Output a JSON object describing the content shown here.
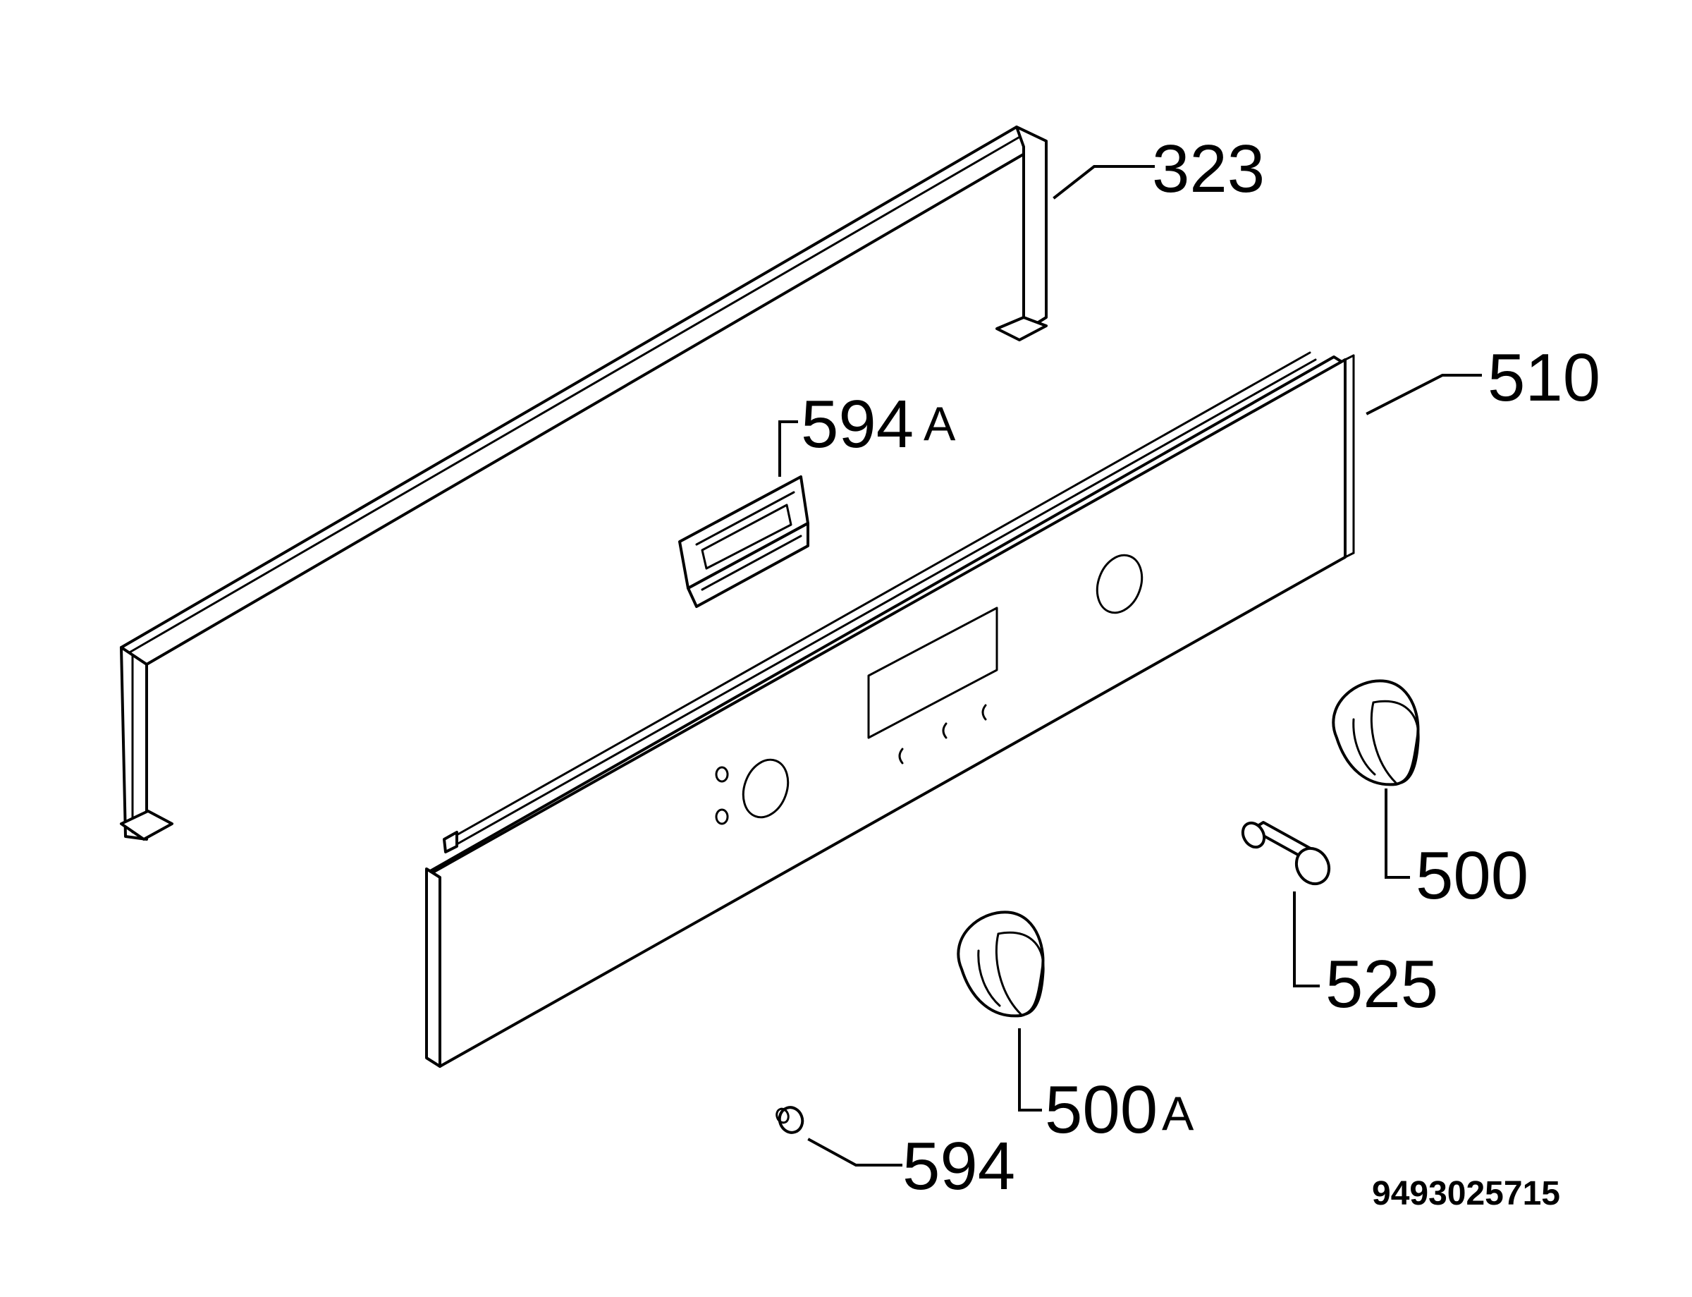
{
  "labels": {
    "p323": "323",
    "p510": "510",
    "p594a_num": "594",
    "p594a_suffix": "A",
    "p500": "500",
    "p525": "525",
    "p500a_num": "500",
    "p500a_suffix": "A",
    "p594": "594"
  },
  "drawing_number": "9493025715",
  "colors": {
    "line": "#000000",
    "background": "#ffffff"
  }
}
